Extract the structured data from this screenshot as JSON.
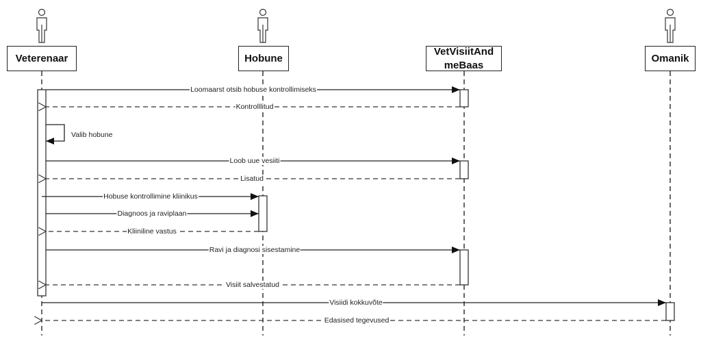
{
  "diagram": {
    "type": "sequence",
    "participants": [
      {
        "id": "veterenaar",
        "label": "Veterenaar",
        "kind": "actor"
      },
      {
        "id": "hobune",
        "label": "Hobune",
        "kind": "actor"
      },
      {
        "id": "db",
        "label": "VetVisiitAndmeBaas",
        "label_lines": [
          "VetVisiitAnd",
          "meBaas"
        ],
        "kind": "object"
      },
      {
        "id": "omanik",
        "label": "Omanik",
        "kind": "actor"
      }
    ],
    "messages": [
      {
        "from": "veterenaar",
        "to": "db",
        "label": "Loomaarst otsib hobuse kontrollimiseks",
        "style": "sync"
      },
      {
        "from": "db",
        "to": "veterenaar",
        "label": "Kontrolllitud",
        "style": "return"
      },
      {
        "from": "veterenaar",
        "to": "veterenaar",
        "label": "Valib hobune",
        "style": "self"
      },
      {
        "from": "veterenaar",
        "to": "db",
        "label": "Loob uue vesiiti",
        "style": "sync"
      },
      {
        "from": "db",
        "to": "veterenaar",
        "label": "Lisatud",
        "style": "return"
      },
      {
        "from": "veterenaar",
        "to": "hobune",
        "label": "Hobuse kontrollimine kliinikus",
        "style": "sync"
      },
      {
        "from": "veterenaar",
        "to": "hobune",
        "label": "Diagnoos ja raviplaan",
        "style": "sync"
      },
      {
        "from": "hobune",
        "to": "veterenaar",
        "label": "Kliiniline vastus",
        "style": "return"
      },
      {
        "from": "veterenaar",
        "to": "db",
        "label": "Ravi ja diagnosi sisestamine",
        "style": "sync"
      },
      {
        "from": "db",
        "to": "veterenaar",
        "label": "Visiit salvestatud",
        "style": "return"
      },
      {
        "from": "veterenaar",
        "to": "omanik",
        "label": "Visiidi kokkuvõte",
        "style": "sync"
      },
      {
        "from": "omanik",
        "to": "veterenaar",
        "label": "Edasised tegevused",
        "style": "return"
      }
    ],
    "colors": {
      "line": "#222222",
      "background": "#ffffff"
    }
  }
}
